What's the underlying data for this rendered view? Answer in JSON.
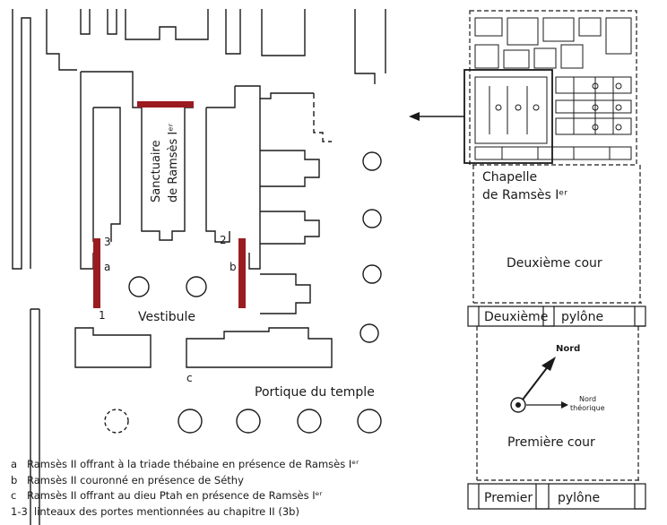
{
  "plan": {
    "sanctuary_line1": "Sanctuaire",
    "sanctuary_line2": "de Ramsès Iᵉʳ",
    "vestibule": "Vestibule",
    "portique": "Portique du temple",
    "door_markers": {
      "n1": "1",
      "n2": "2",
      "n3": "3"
    },
    "scene_markers": {
      "a": "a",
      "b": "b",
      "c": "c"
    }
  },
  "overview": {
    "chapelle_line1": "Chapelle",
    "chapelle_line2": "de Ramsès Iᵉʳ",
    "deuxieme_cour": "Deuxième cour",
    "deuxieme_pylone_left": "Deuxième",
    "deuxieme_pylone_right": "pylône",
    "nord": "Nord",
    "nord_theorique_1": "Nord",
    "nord_theorique_2": "théorique",
    "premiere_cour": "Première cour",
    "premier_pylone_left": "Premier",
    "premier_pylone_right": "pylône"
  },
  "legend": [
    {
      "key": "a",
      "text": "Ramsès II offrant à la triade thébaine en présence de Ramsès Iᵉʳ"
    },
    {
      "key": "b",
      "text": "Ramsès II couronné en présence de Séthy"
    },
    {
      "key": "c",
      "text": "Ramsès II offrant au dieu Ptah en présence de Ramsès Iᵉʳ"
    },
    {
      "key": "1-3",
      "text": "linteaux des portes mentionnées au chapitre II (3b)"
    }
  ],
  "colors": {
    "highlight": "#9b1c20",
    "ink": "#1a1a1a",
    "paper": "#ffffff"
  }
}
